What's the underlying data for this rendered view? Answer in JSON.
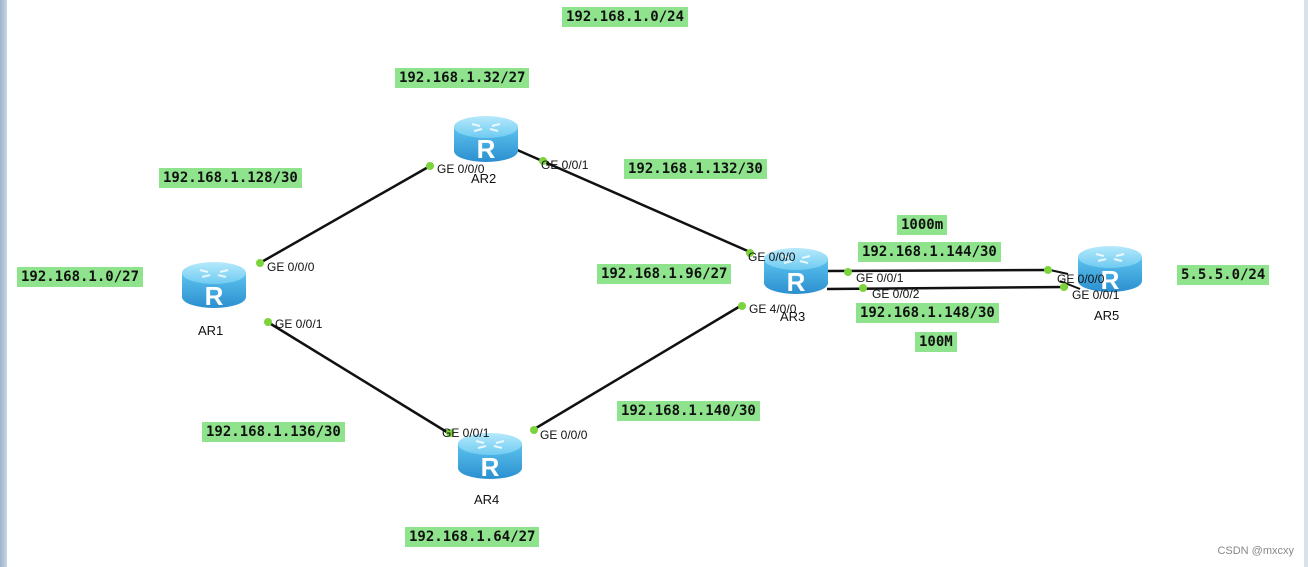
{
  "labels": {
    "top_net": "192.168.1.0/24",
    "ar2_lan": "192.168.1.32/27",
    "ar1_ar2_link": "192.168.1.128/30",
    "ar2_ar3_link": "192.168.1.132/30",
    "ar1_lan": "192.168.1.0/27",
    "ar3_lan": "192.168.1.96/27",
    "bw_top": "1000m",
    "ar3_ar5_link_1": "192.168.1.144/30",
    "ar3_ar5_link_2": "192.168.1.148/30",
    "bw_bottom": "100M",
    "ar5_net": "5.5.5.0/24",
    "ar1_ar4_link": "192.168.1.136/30",
    "ar4_ar3_link": "192.168.1.140/30",
    "ar4_lan": "192.168.1.64/27"
  },
  "routers": {
    "ar1": "AR1",
    "ar2": "AR2",
    "ar3": "AR3",
    "ar4": "AR4",
    "ar5": "AR5",
    "glyph": "R"
  },
  "ports": {
    "ar1_p0": "GE 0/0/0",
    "ar1_p1": "GE 0/0/1",
    "ar2_p0": "GE 0/0/0",
    "ar2_p1": "GE 0/0/1",
    "ar3_p0": "GE 0/0/0",
    "ar3_p1": "GE 0/0/1",
    "ar3_p2": "GE 0/0/2",
    "ar3_p4": "GE 4/0/0",
    "ar4_p0": "GE 0/0/0",
    "ar4_p1": "GE 0/0/1",
    "ar5_p0": "GE 0/0/0",
    "ar5_p1": "GE 0/0/1"
  },
  "watermark": "CSDN @mxcxy",
  "colors": {
    "label_bg": "#8fe38c",
    "port_dot": "#7cd33c",
    "router_top": "#7fd3f3",
    "router_side": "#3fa6dc",
    "link": "#111111"
  }
}
